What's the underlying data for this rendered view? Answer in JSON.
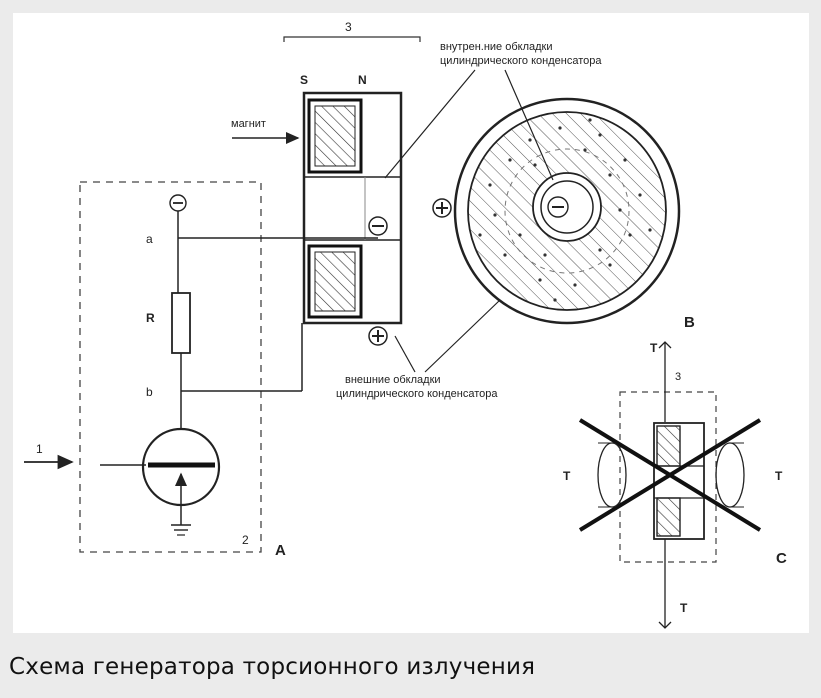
{
  "caption": "Схема генератора торсионного излучения",
  "labels": {
    "bracket_top": "3",
    "inner_plates_1": "внутрен.ние обкладки",
    "inner_plates_2": "цилиндрического конденсатора",
    "outer_plates_1": "внешние обкладки",
    "outer_plates_2": "цилиндрического конденсатора",
    "magnet": "магнит",
    "pole_s": "S",
    "pole_n": "N",
    "node_a": "a",
    "node_b": "b",
    "resistor": "R",
    "input": "1",
    "box_num": "2",
    "fig_a": "A",
    "fig_b": "B",
    "fig_c": "C",
    "t_top": "T",
    "t_left": "T",
    "t_right": "T",
    "t_bottom": "T",
    "c_num": "3",
    "minus": "−",
    "plus": "+"
  }
}
